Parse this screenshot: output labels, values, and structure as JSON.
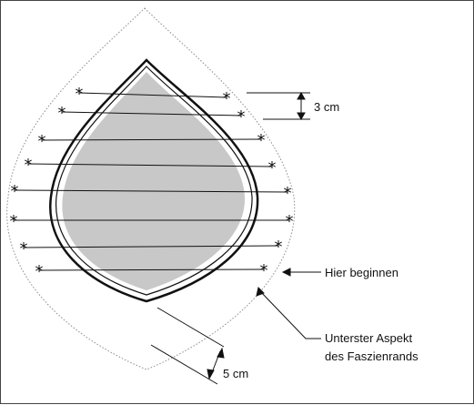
{
  "labels": {
    "spacing": "3 cm",
    "start_here": "Hier beginnen",
    "fascia_edge_line1": "Unterster Aspekt",
    "fascia_edge_line2": "des Faszienrands",
    "margin": "5 cm"
  },
  "colors": {
    "line": "#111111",
    "fill_area": "#c8c8c8",
    "outer_dotted": "#8a8a8a"
  }
}
